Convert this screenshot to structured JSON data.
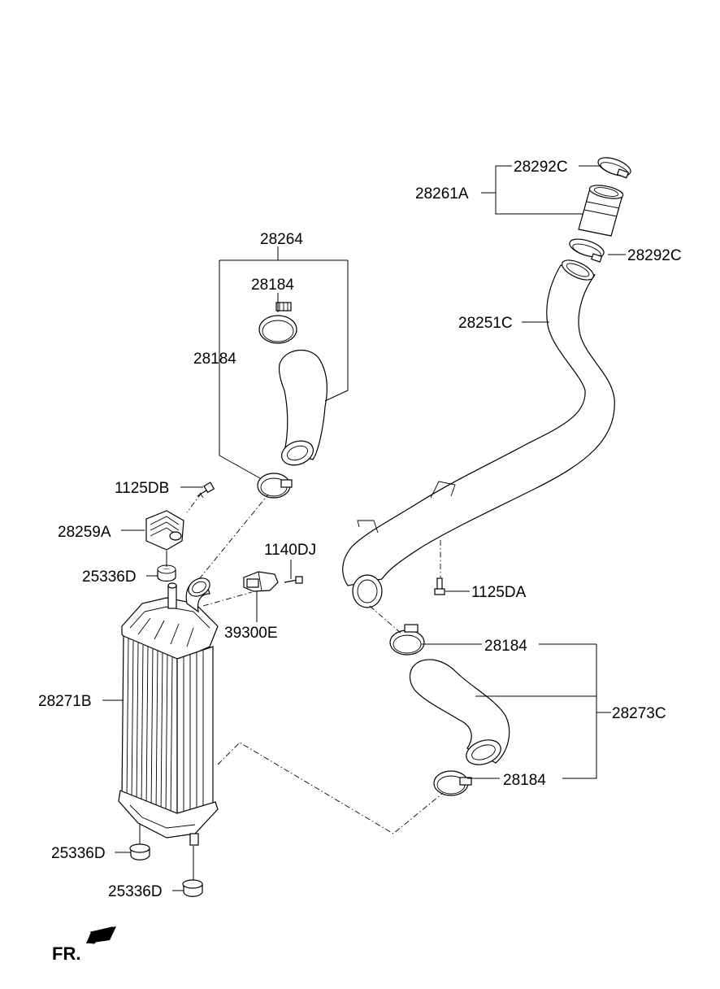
{
  "labels": {
    "l_28292c_top": "28292C",
    "l_28261a": "28261A",
    "l_28292c_mid": "28292C",
    "l_28264": "28264",
    "l_28184_a": "28184",
    "l_28184_b": "28184",
    "l_28251c": "28251C",
    "l_1125db": "1125DB",
    "l_28259a": "28259A",
    "l_1140dj": "1140DJ",
    "l_25336d_top": "25336D",
    "l_1125da": "1125DA",
    "l_39300e": "39300E",
    "l_28184_c": "28184",
    "l_28271b": "28271B",
    "l_28273c": "28273C",
    "l_28184_d": "28184",
    "l_25336d_mid": "25336D",
    "l_25336d_bot": "25336D"
  },
  "direction_marker": "FR."
}
